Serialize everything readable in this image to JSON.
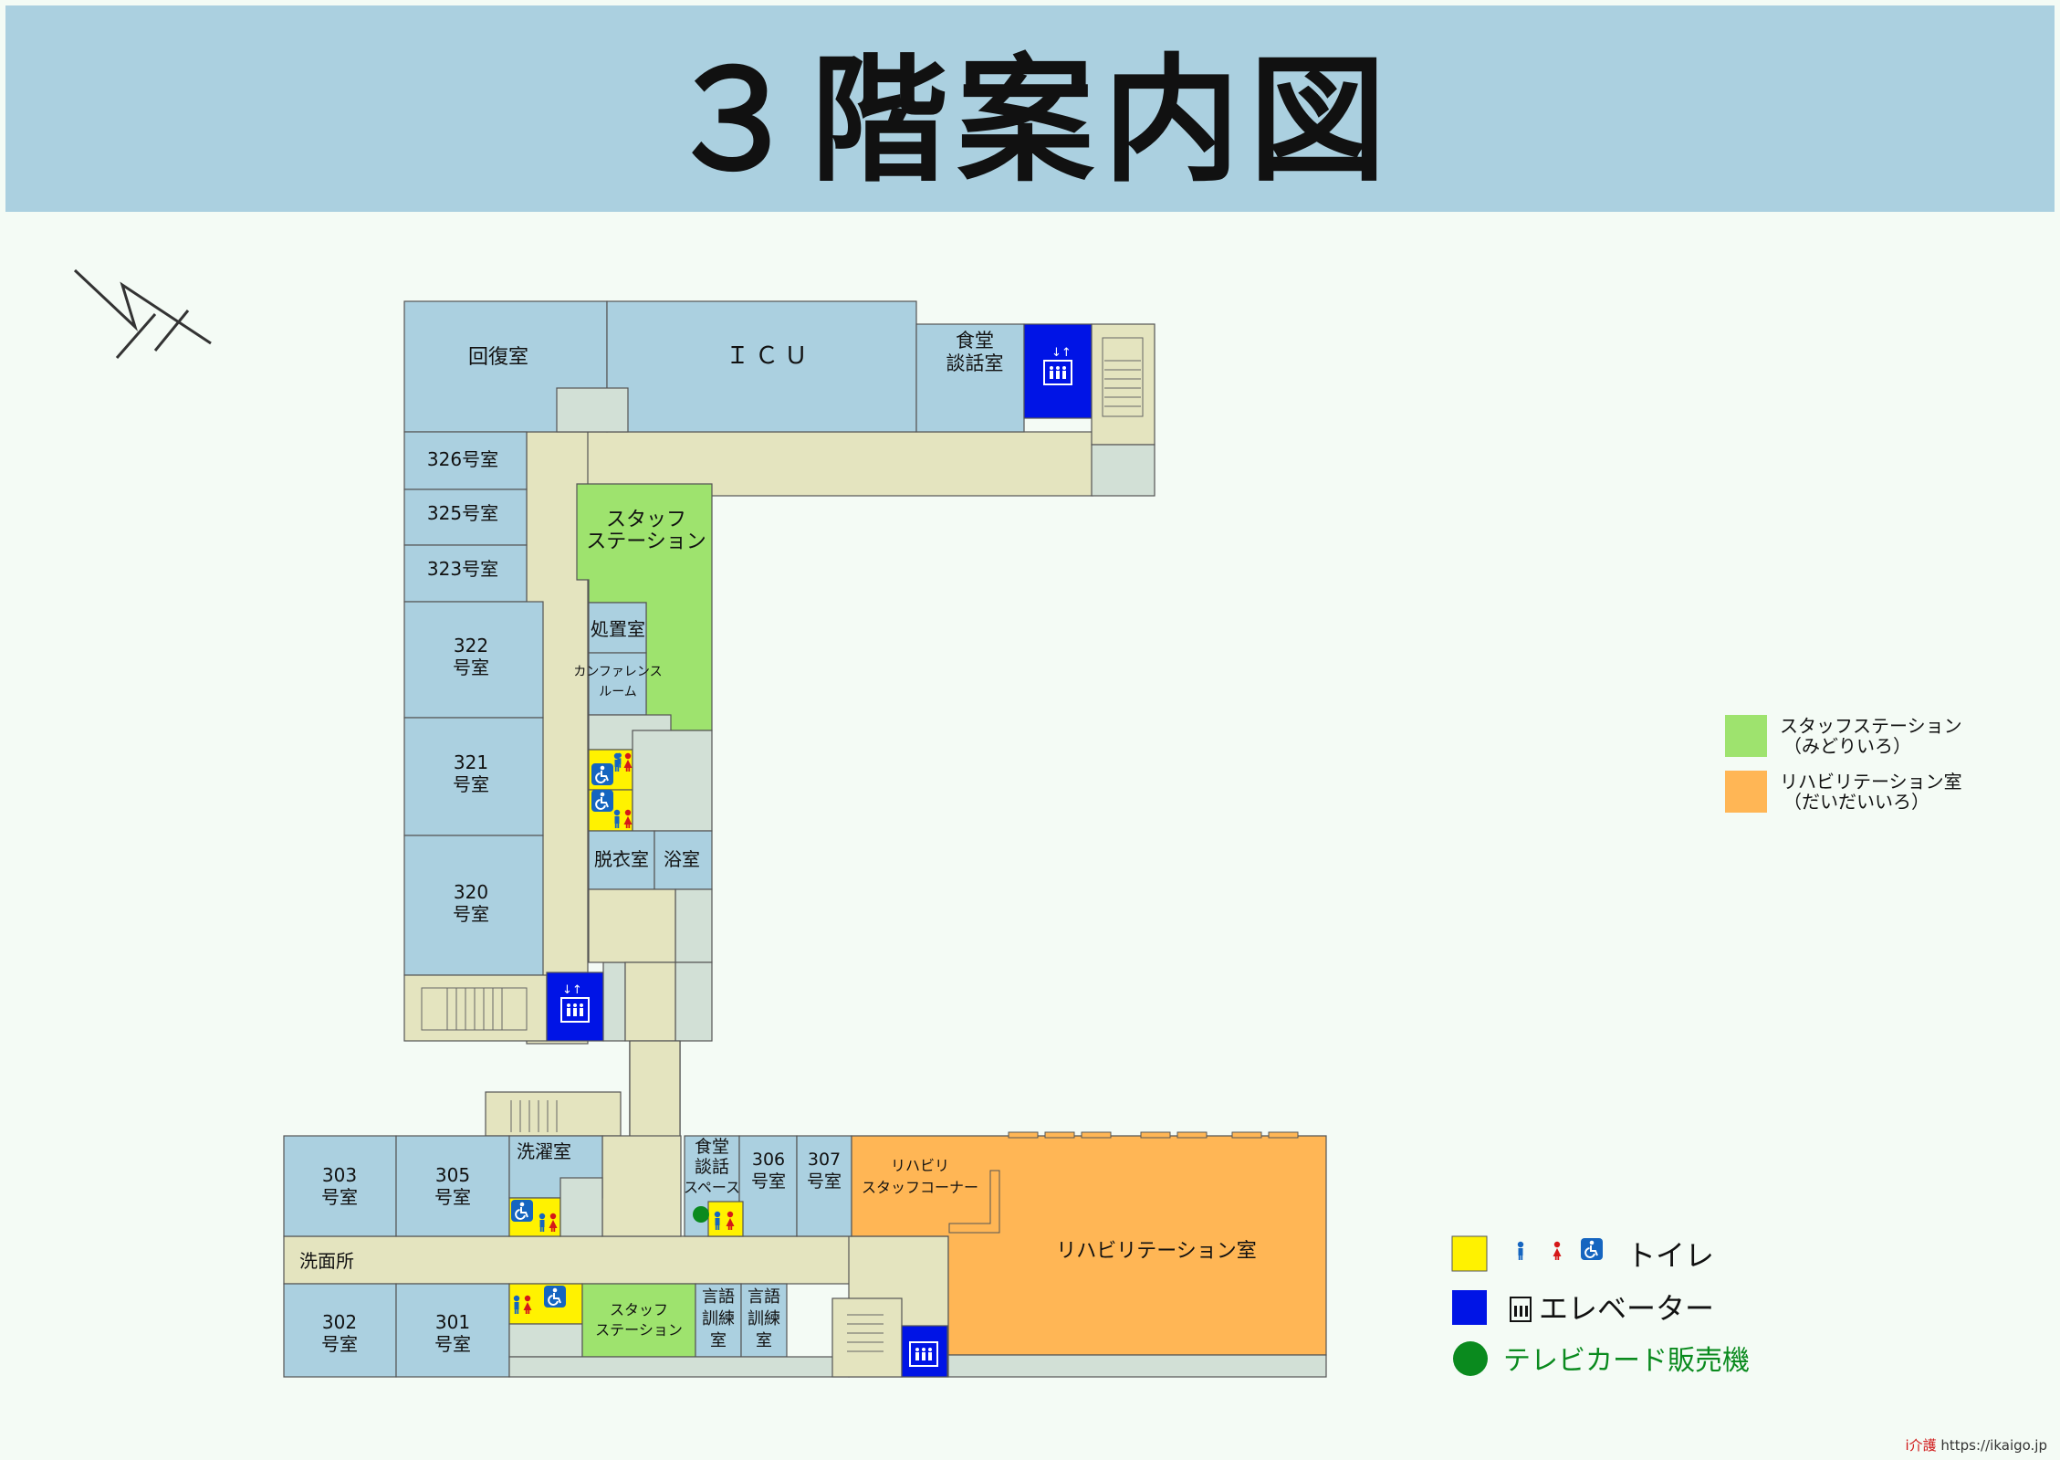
{
  "header": {
    "title": "３階案内図"
  },
  "rooms": {
    "recovery": "回復室",
    "icu": "ＩＣＵ",
    "dining_top_1": "食堂",
    "dining_top_2": "談話室",
    "r326": "326号室",
    "r325": "325号室",
    "r323": "323号室",
    "r322_num": "322",
    "r322_suffix": "号室",
    "r321_num": "321",
    "r321_suffix": "号室",
    "r320_num": "320",
    "r320_suffix": "号室",
    "staff_upper_1": "スタッフ",
    "staff_upper_2": "ステーション",
    "treatment": "処置室",
    "conference_1": "カンファレンス",
    "conference_2": "ルーム",
    "changing": "脱衣室",
    "bath": "浴室",
    "laundry": "洗濯室",
    "r303_num": "303",
    "r303_suffix": "号室",
    "r305_num": "305",
    "r305_suffix": "号室",
    "washroom": "洗面所",
    "r302_num": "302",
    "r302_suffix": "号室",
    "r301_num": "301",
    "r301_suffix": "号室",
    "staff_lower_1": "スタッフ",
    "staff_lower_2": "ステーション",
    "dining_lower_1": "食堂",
    "dining_lower_2": "談話",
    "dining_lower_3": "スペース",
    "r306_num": "306",
    "r306_suffix": "号室",
    "r307_num": "307",
    "r307_suffix": "号室",
    "speech_1_a": "言語",
    "speech_1_b": "訓練",
    "speech_1_c": "室",
    "speech_2_a": "言語",
    "speech_2_b": "訓練",
    "speech_2_c": "室",
    "rehab_corner_1": "リハビリ",
    "rehab_corner_2": "スタッフコーナー",
    "rehab_room": "リハビリテーション室"
  },
  "legend_right": {
    "staff_1": "スタッフステーション",
    "staff_2": "（みどりいろ）",
    "rehab_1": "リハビリテーション室",
    "rehab_2": "（だいだいいろ）"
  },
  "legend_bottom": {
    "toilet": "トイレ",
    "elevator": "エレベーター",
    "tv_card": "テレビカード販売機"
  },
  "footer": {
    "brand": "i介護",
    "url": "https://ikaigo.jp"
  },
  "colors": {
    "header_bg": "#abd0e0",
    "room": "#abd0e0",
    "corridor": "#e4e4bf",
    "staff_station": "#9ee36e",
    "rehab": "#ffb655",
    "toilet": "#fff200",
    "elevator": "#0014e6",
    "tv_card": "#0a8a1e",
    "service": "#d2e0d6"
  }
}
